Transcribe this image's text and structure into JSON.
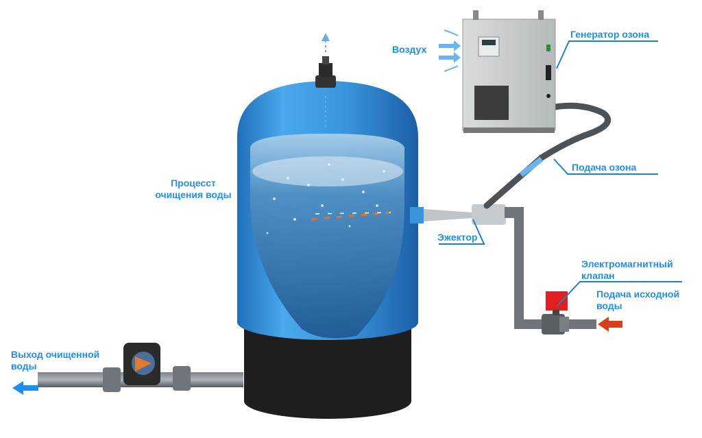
{
  "labels": {
    "air": "Воздух",
    "generator": "Генератор озона",
    "ozone_supply": "Подача озона",
    "process_line1": "Процесст",
    "process_line2": "очищения воды",
    "ejector": "Эжектор",
    "valve_line1": "Электромагнитный",
    "valve_line2": "клапан",
    "inlet_line1": "Подача исходной",
    "inlet_line2": "воды",
    "outlet_line1": "Выход очищенной",
    "outlet_line2": "воды"
  },
  "colors": {
    "label": "#1f8fef",
    "tank": "#3b9be0",
    "base": "#1e1e1e",
    "arrow_in": "#d8401c",
    "arrow_out": "#1f8fef",
    "valve": "#e02020"
  }
}
